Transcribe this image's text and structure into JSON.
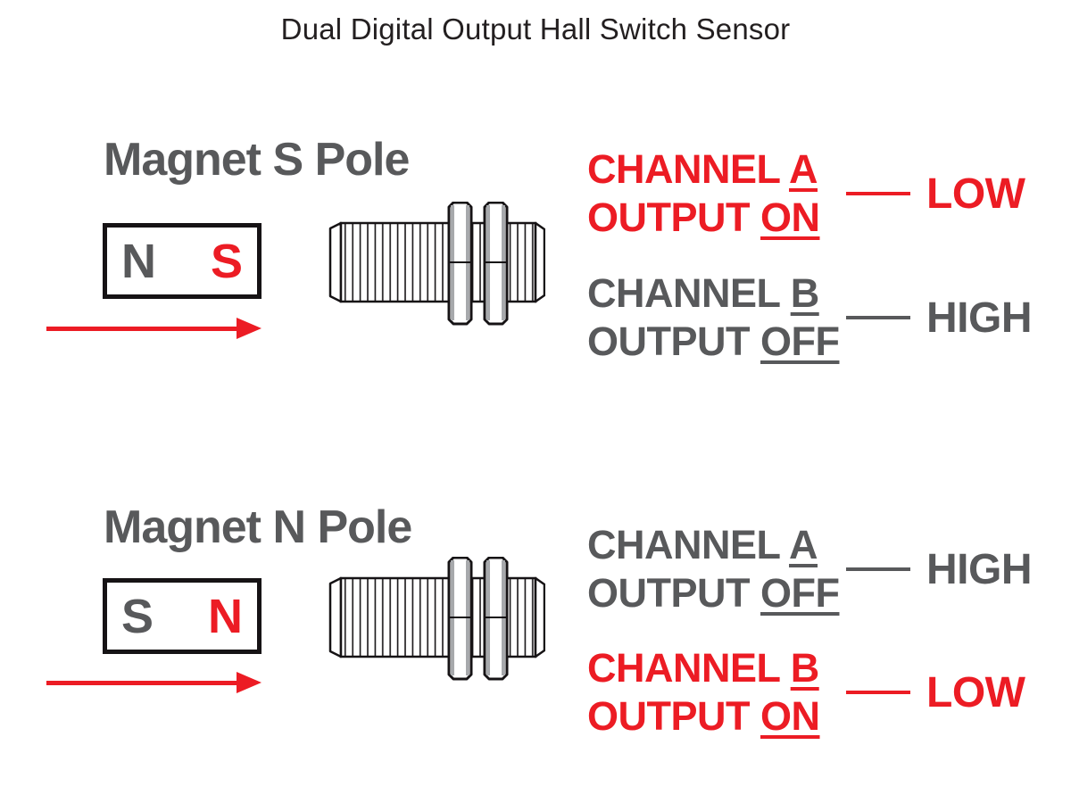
{
  "title": "Dual Digital Output Hall Switch Sensor",
  "colors": {
    "red": "#EC1C24",
    "gray": "#58595B",
    "ink": "#231F20"
  },
  "sections": [
    {
      "heading": "Magnet S Pole",
      "magnet": {
        "left_label": "N",
        "right_label": "S"
      },
      "channels": [
        {
          "channel_word": "CHANNEL ",
          "channel_letter": "A",
          "output_word": "OUTPUT ",
          "output_state": "ON",
          "level": "LOW"
        },
        {
          "channel_word": "CHANNEL ",
          "channel_letter": "B",
          "output_word": "OUTPUT ",
          "output_state": "OFF",
          "level": "HIGH"
        }
      ]
    },
    {
      "heading": "Magnet N Pole",
      "magnet": {
        "left_label": "S",
        "right_label": "N"
      },
      "channels": [
        {
          "channel_word": "CHANNEL ",
          "channel_letter": "A",
          "output_word": "OUTPUT ",
          "output_state": "OFF",
          "level": "HIGH"
        },
        {
          "channel_word": "CHANNEL ",
          "channel_letter": "B",
          "output_word": "OUTPUT ",
          "output_state": "ON",
          "level": "LOW"
        }
      ]
    }
  ]
}
